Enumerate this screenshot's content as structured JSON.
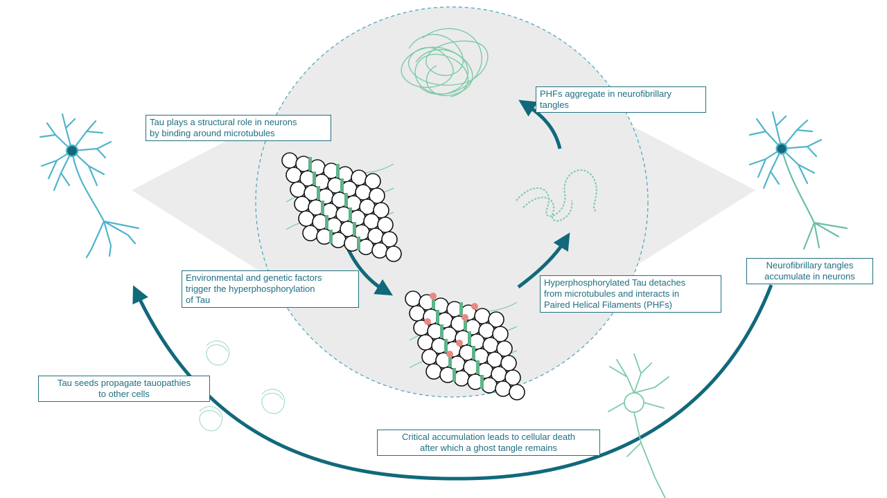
{
  "colors": {
    "accent_dark": "#11697b",
    "neuron_blue": "#4fb4cc",
    "neuron_green": "#7ccaa8",
    "tau_green": "#5fb38a",
    "phospho_red": "#e88a84",
    "diamond_gray": "#ececec"
  },
  "labels": {
    "structural": [
      "Tau plays a structural role in neurons",
      "by binding around microtubules"
    ],
    "phf_aggregate": [
      "PHFs aggregate in neurofibrillary",
      "tangles"
    ],
    "environmental": [
      "Environmental and genetic factors",
      "trigger the hyperphosphorylation",
      "of Tau"
    ],
    "hyperphosphorylated": [
      "Hyperphosphorylated Tau detaches",
      "from microtubules and interacts in",
      "Paired Helical Filaments (PHFs)"
    ],
    "nft_accumulate": [
      "Neurofibrillary tangles",
      "accumulate in neurons"
    ],
    "tau_seeds": [
      "Tau seeds propagate tauopathies",
      "to other cells"
    ],
    "critical": [
      "Critical accumulation leads to cellular death",
      "after which a ghost tangle remains"
    ]
  },
  "icons": [
    "neuron-icon",
    "microtubule-icon",
    "phosphorylated-microtubule-icon",
    "phf-filament-icon",
    "tangle-icon",
    "tau-seed-icon",
    "ghost-neuron-icon"
  ]
}
